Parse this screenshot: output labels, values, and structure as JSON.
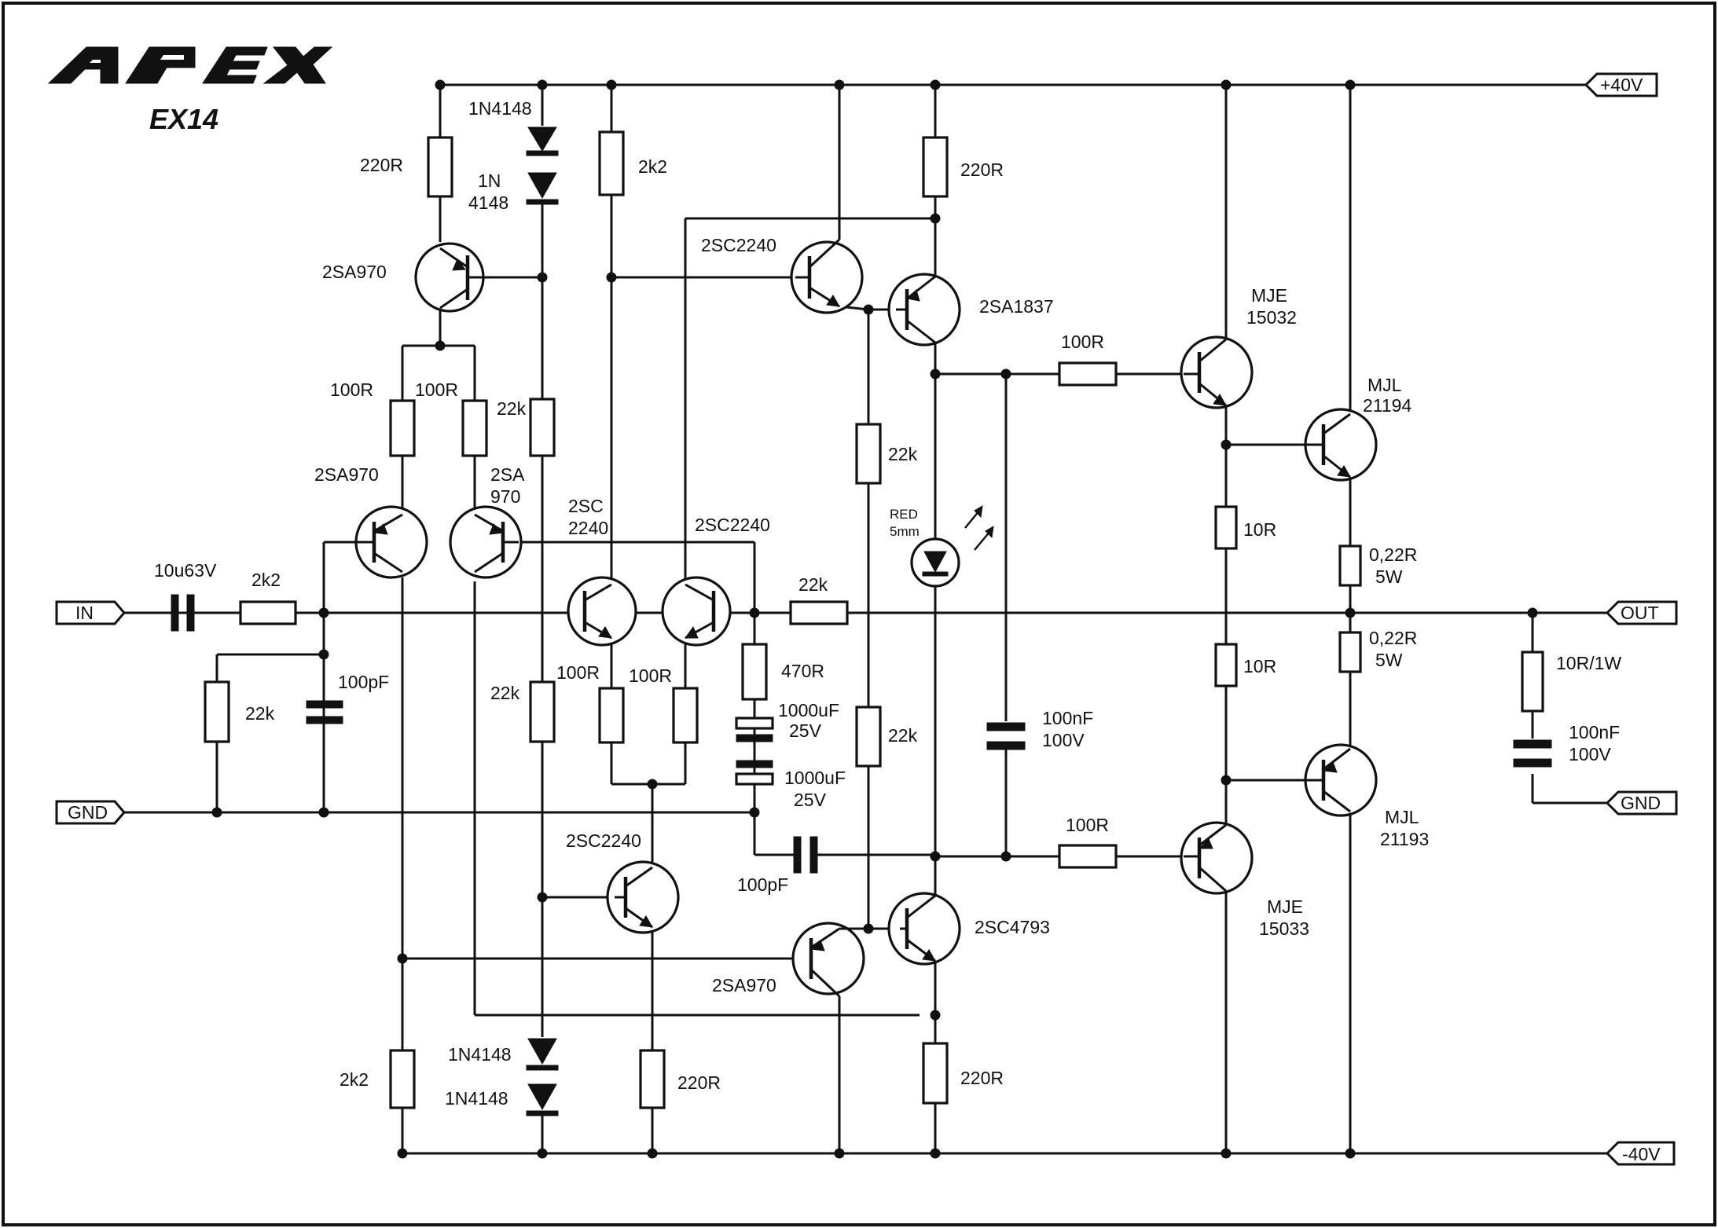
{
  "title": {
    "brand": "APEX",
    "model": "EX14"
  },
  "ports": {
    "vplus": "+40V",
    "vminus": "-40V",
    "in": "IN",
    "gnd_in": "GND",
    "out": "OUT",
    "gnd_out": "GND"
  },
  "labels": {
    "d_top1": "1N4148",
    "d_top2_a": "1N",
    "d_top2_b": "4148",
    "d_bot1": "1N4148",
    "d_bot2": "1N4148",
    "r_q1_emitter": "220R",
    "q1": "2SA970",
    "r_q2_emitter": "100R",
    "r_q3_emitter": "100R",
    "q2": "2SA970",
    "q3_a": "2SA",
    "q3_b": "970",
    "r_bias": "22k",
    "r_bias_low": "22k",
    "r_vas_load": "2k2",
    "q4_a": "2SC",
    "q4_b": "2240",
    "q5": "2SC2240",
    "r_q4_emitter": "100R",
    "r_q5_emitter": "100R",
    "q_cascode": "2SC2240",
    "q_vas_pnp": "2SA1837",
    "r_vas_emitter": "220R",
    "r_bias_chain1": "22k",
    "r_bias_chain2": "22k",
    "led_a": "RED",
    "led_b": "5mm",
    "c_in": "10u63V",
    "r_in": "2k2",
    "r_in_gnd": "22k",
    "c_in_gnd": "100pF",
    "r_fb": "22k",
    "r_fb_gnd": "470R",
    "c_fb1_a": "1000uF",
    "c_fb1_b": "25V",
    "c_fb2_a": "1000uF",
    "c_fb2_b": "25V",
    "c_miller": "100pF",
    "q_ccs": "2SC2240",
    "r_ccs_emitter": "220R",
    "q_2sa970_low": "2SA970",
    "q_vas_npn": "2SC4793",
    "r_vas_low_emitter": "220R",
    "r_low_left": "2k2",
    "c_bias": "100nF",
    "c_bias_v": "100V",
    "r_drv_top": "100R",
    "r_drv_bot": "100R",
    "q_drv_top_a": "MJE",
    "q_drv_top_b": "15032",
    "q_drv_bot_a": "MJE",
    "q_drv_bot_b": "15033",
    "r_drv_e_top": "10R",
    "r_drv_e_bot": "10R",
    "q_out_top_a": "MJL",
    "q_out_top_b": "21194",
    "q_out_bot_a": "MJL",
    "q_out_bot_b": "21193",
    "r_out_top_a": "0,22R",
    "r_out_top_b": "5W",
    "r_out_bot_a": "0,22R",
    "r_out_bot_b": "5W",
    "r_zobel": "10R/1W",
    "c_zobel": "100nF",
    "c_zobel_v": "100V"
  },
  "colors": {
    "ink": "#111111",
    "paper": "#ffffff"
  }
}
